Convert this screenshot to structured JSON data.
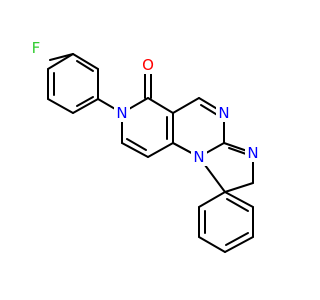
{
  "structure": {
    "atoms": [
      {
        "id": "F",
        "label": "F",
        "color": "#33cc33"
      },
      {
        "id": "O",
        "label": "O",
        "color": "#ff0000"
      },
      {
        "id": "N_amide",
        "label": "N",
        "color": "#0000ff"
      },
      {
        "id": "N_pyrimidine",
        "label": "N",
        "color": "#0000ff"
      },
      {
        "id": "N_imidazole",
        "label": "N",
        "color": "#0000ff"
      },
      {
        "id": "N_bridge",
        "label": "N",
        "color": "#0000ff"
      }
    ]
  }
}
